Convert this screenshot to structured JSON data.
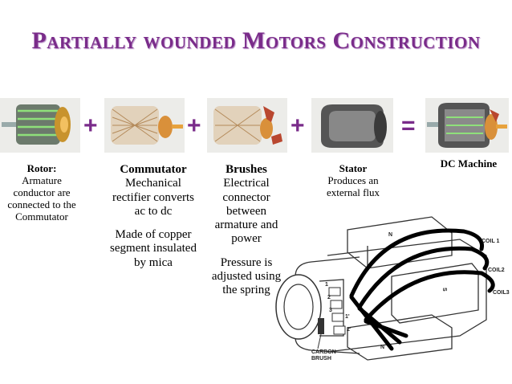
{
  "title": "Partially wounded Motors Construction",
  "operators": {
    "plus": "+",
    "equals": "="
  },
  "components": [
    {
      "name": "Rotor:",
      "desc": [
        "Armature conductor are connected to the Commutator"
      ]
    },
    {
      "name": "Commutator",
      "desc": [
        "Mechanical rectifier converts ac to dc",
        "Made of copper segment insulated by mica"
      ]
    },
    {
      "name": "Brushes",
      "desc": [
        "Electrical connector between armature and power",
        "Pressure is adjusted using the spring"
      ]
    },
    {
      "name": "Stator",
      "desc": [
        "Produces an external flux"
      ]
    }
  ],
  "result": {
    "name": "DC Machine"
  },
  "diagram_labels": {
    "north": "N",
    "south": "S",
    "north_bottom": "N",
    "coil1": "COIL 1",
    "coil2": "COIL2",
    "coil3": "COIL3",
    "brush_line1": "CARBON",
    "brush_line2": "BRUSH",
    "seg1": "1",
    "seg2": "2",
    "seg3": "3",
    "seg1b": "1'",
    "seg2b": "2'"
  },
  "colors": {
    "title": "#7a2c8a",
    "panel": "#ecece9"
  }
}
